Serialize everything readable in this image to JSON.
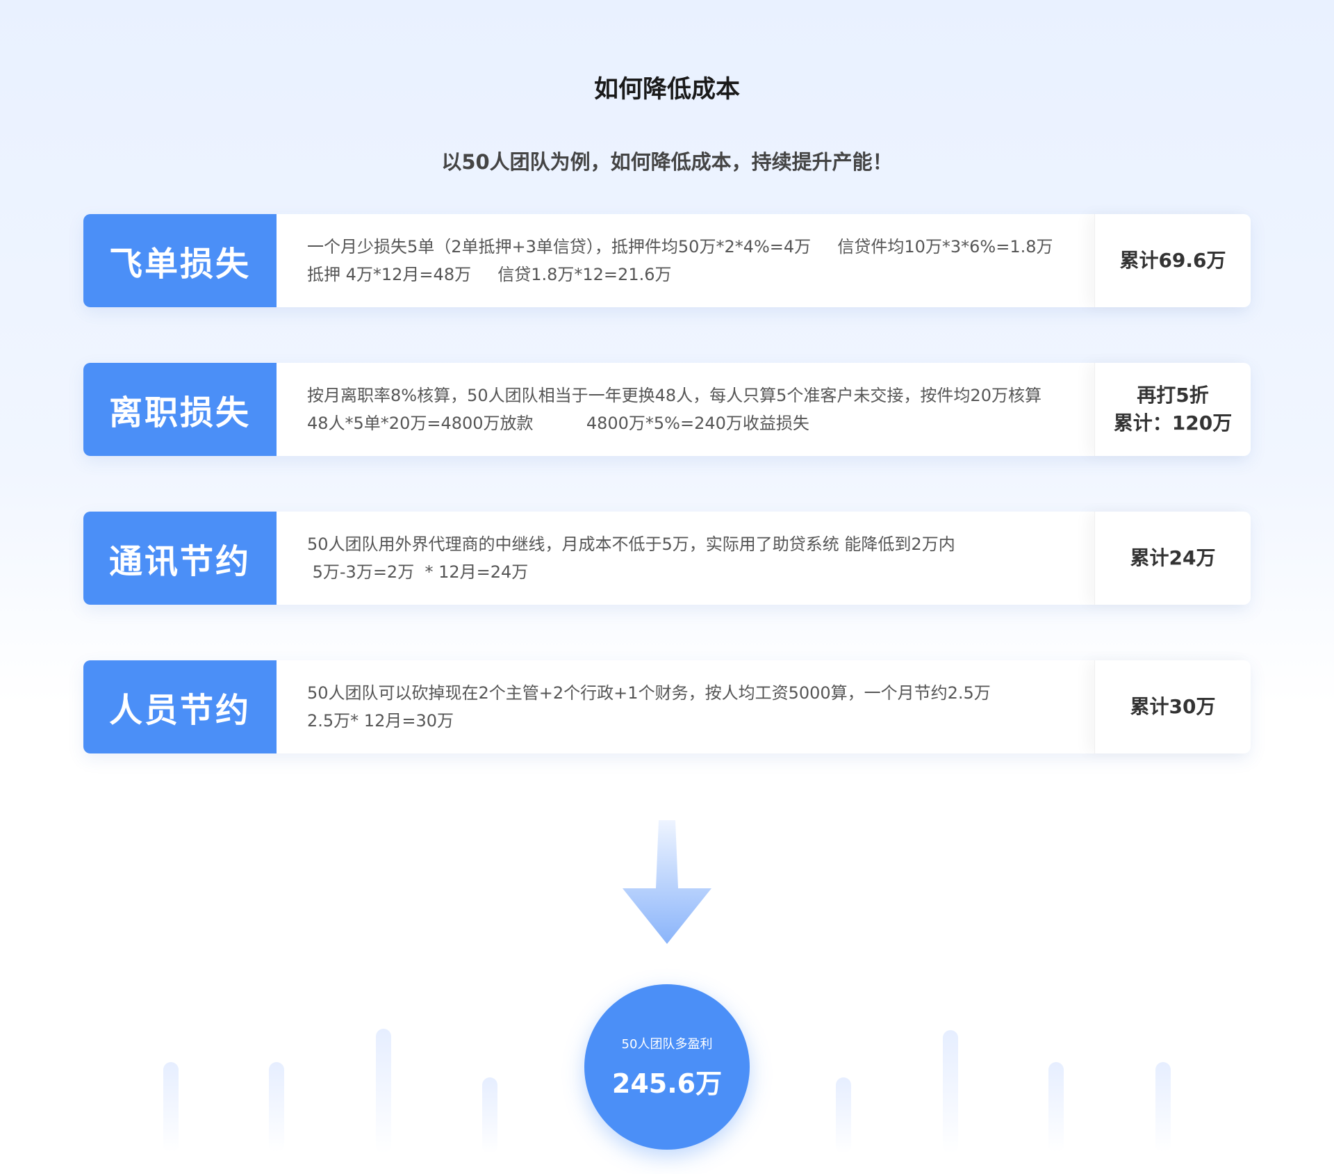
{
  "header": {
    "title": "如何降低成本",
    "subtitle": "以50人团队为例，如何降低成本，持续提升产能！"
  },
  "rows": [
    {
      "title": "飞单损失",
      "desc_line1": "一个月少损失5单（2单抵押+3单信贷），抵押件均50万*2*4%=4万     信贷件均10万*3*6%=1.8万",
      "desc_line2": "抵押 4万*12月=48万     信贷1.8万*12=21.6万",
      "total_line1": "累计69.6万",
      "total_line2": ""
    },
    {
      "title": "离职损失",
      "desc_line1": "按月离职率8%核算，50人团队相当于一年更换48人，每人只算5个准客户未交接，按件均20万核算",
      "desc_line2": "48人*5单*20万=4800万放款          4800万*5%=240万收益损失",
      "total_line1": "再打5折",
      "total_line2": "累计：120万"
    },
    {
      "title": "通讯节约",
      "desc_line1": "50人团队用外界代理商的中继线，月成本不低于5万，实际用了助贷系统 能降低到2万内",
      "desc_line2": " 5万-3万=2万  * 12月=24万",
      "total_line1": "累计24万",
      "total_line2": ""
    },
    {
      "title": "人员节约",
      "desc_line1": "50人团队可以砍掉现在2个主管+2个行政+1个财务，按人均工资5000算，一个月节约2.5万",
      "desc_line2": "2.5万* 12月=30万",
      "total_line1": "累计30万",
      "total_line2": ""
    }
  ],
  "result": {
    "label": "50人团队多盈利",
    "value": "245.6万"
  },
  "colors": {
    "accent": "#4b8ff7",
    "arrow_top": "#eef4ff",
    "arrow_bottom": "#8ab4fa"
  },
  "icons": {
    "arrow": "down-arrow-icon"
  }
}
